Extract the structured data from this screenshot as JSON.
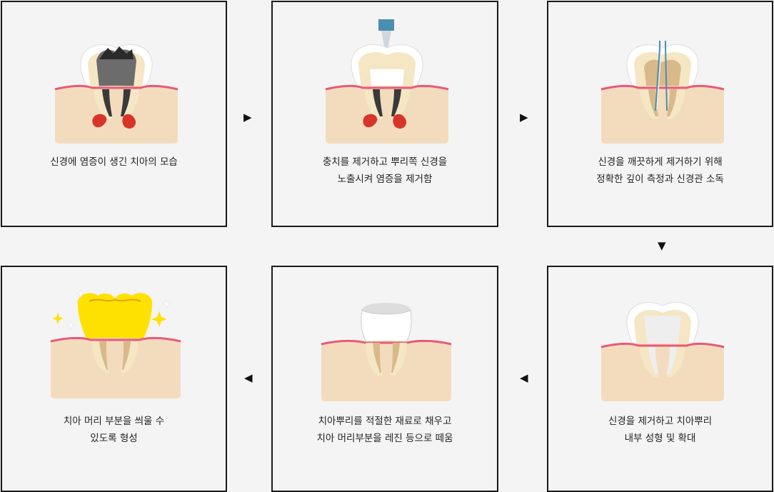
{
  "steps": [
    {
      "line1": "신경에 염증이 생긴 치아의 모습",
      "line2": ""
    },
    {
      "line1": "충치를 제거하고 뿌리쪽 신경을",
      "line2": "노출시켜 염증을 제거함"
    },
    {
      "line1": "신경을 깨끗하게 제거하기 위해",
      "line2": "정확한 깊이 측정과 신경관 소독"
    },
    {
      "line1": "신경을 제거하고 치아뿌리",
      "line2": "내부 성형 및 확대"
    },
    {
      "line1": "치아뿌리를 적절한 재료로 채우고",
      "line2": "치아 머리부분을 레진 등으로 떼움"
    },
    {
      "line1": "치아 머리 부분을 씌울 수",
      "line2": "있도록 형성"
    }
  ],
  "arrows": {
    "right": "▶",
    "down": "▼",
    "left": "◀"
  },
  "colors": {
    "gum": "#f3dcbd",
    "gum_line": "#e85a78",
    "enamel": "#ffffff",
    "dentin": "#f5e6c4",
    "pulp": "#e6c89a",
    "decay": "#3a3a3a",
    "infection": "#d8352a",
    "crown_gold": "#ffe100",
    "file_blue": "#4a8fb0"
  }
}
